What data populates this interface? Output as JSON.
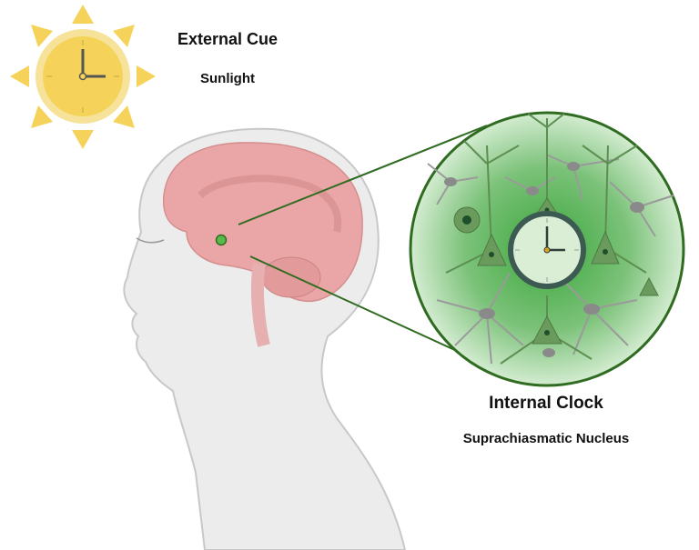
{
  "external": {
    "title": "External Cue",
    "subtitle": "Sunlight"
  },
  "internal": {
    "title": "Internal Clock",
    "subtitle": "Suprachiasmatic Nucleus"
  },
  "colors": {
    "sun": "#f5d35a",
    "sun_ring": "#f7e29a",
    "brain": "#eaa6a6",
    "scn_dot": "#5bb84a",
    "zoom_circle": "#2f6b20",
    "neuron_green": "#6a9a5c",
    "neuron_gray": "#9a9a9a",
    "head": "#e8e8e8"
  },
  "icons": [
    "sun-clock-icon",
    "head-silhouette",
    "brain",
    "neuron-circle",
    "clock-icon"
  ]
}
